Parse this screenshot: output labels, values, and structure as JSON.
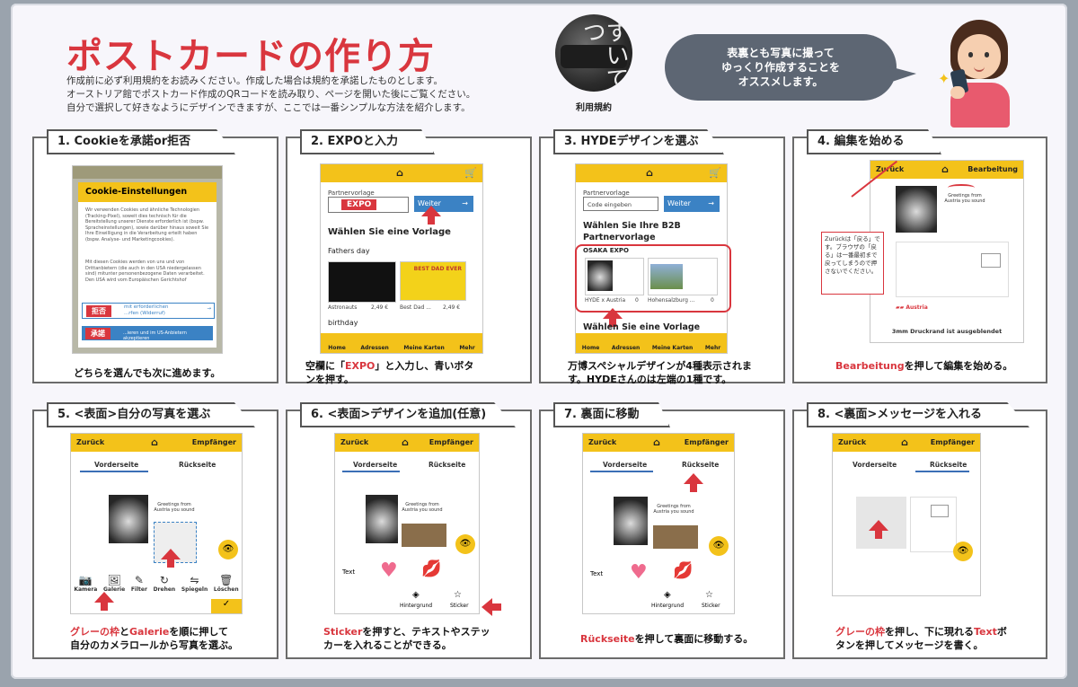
{
  "title": "ポストカードの作り方",
  "intro": [
    "作成前に必ず利用規約をお読みください。作成した場合は規約を承諾したものとします。",
    "オーストリア館でポストカード作成のQRコードを読み取り、ページを開いた後にご覧ください。",
    "自分で選択して好きなようにデザインできますが、ここでは一番シンプルな方法を紹介します。"
  ],
  "terms": {
    "overlay_text": "すいてつ",
    "label": "利用規約"
  },
  "bubble": {
    "lines": [
      "表裏とも写真に撮って",
      "ゆっくり作成することを",
      "オススメします。"
    ]
  },
  "colors": {
    "accent_red": "#d9363e",
    "brand_yellow": "#f3c21a",
    "button_blue": "#3b82c4"
  },
  "steps": [
    {
      "heading": "1. Cookieを承諾or拒否",
      "caption": [
        "どちらを選んでも次に進めます。"
      ],
      "screen": {
        "dialog_title": "Cookie-Einstellungen",
        "dialog_body": "Wir verwenden Cookies und ähnliche Technologien (Tracking-Pixel), soweit dies technisch für die Bereitstellung unserer Dienste erforderlich ist (bspw. Spracheinstellungen), sowie darüber hinaus soweit Sie Ihre Einwilligung in die Verarbeitung erteilt haben (bspw. Analyse- und Marketingcookies).",
        "dialog_body2": "Mit diesen Cookies werden von uns und von Drittanbietern (die auch in den USA niedergelassen sind) mitunter personenbezogene Daten verarbeitet. Den USA wird vom Europäischen Gerichtshof",
        "btn_reject": "拒否",
        "btn_reject_text": "mit erforderlichen",
        "btn_reject_text2": "...rfen (Widerruf)",
        "btn_accept": "承諾",
        "btn_accept_text": "...ieren und im US-Anbietern akzeptieren"
      }
    },
    {
      "heading": "2. EXPOと入力",
      "caption_parts": [
        "空欄に「",
        "EXPO",
        "」と入力し、青いボタ",
        "ンを押す。"
      ],
      "screen": {
        "field_label": "Partnervorlage",
        "field_value": "EXPO",
        "button": "Weiter",
        "heading": "Wählen Sie eine Vorlage",
        "section": "Fathers day",
        "card1_name": "Astronauts",
        "card1_price": "2,49 €",
        "card2_name": "Best Dad ...",
        "card2_price": "2,49 €",
        "card2_art": "BEST DAD EVER",
        "section2": "birthday",
        "nav": [
          "Home",
          "Adressen",
          "Meine Karten",
          "Mehr"
        ]
      }
    },
    {
      "heading": "3. HYDEデザインを選ぶ",
      "caption": [
        "万博スペシャルデザインが4種表示されま",
        "す。HYDEさんのは左端の1種です。"
      ],
      "screen": {
        "field_label": "Partnervorlage",
        "field_placeholder": "Code eingeben",
        "button": "Weiter",
        "heading": "Wählen Sie Ihre B2B Partnervorlage",
        "group": "OSAKA EXPO",
        "card1_name": "HYDE x Austria",
        "card1_count": "0",
        "card2_name": "Hohensalzburg ...",
        "card2_count": "0",
        "heading2": "Wählen Sie eine Vorlage",
        "nav": [
          "Home",
          "Adressen",
          "Meine Karten",
          "Mehr"
        ]
      }
    },
    {
      "heading": "4. 編集を始める",
      "caption_parts": [
        "Bearbeitung",
        "を押して編集を始める。"
      ],
      "screen": {
        "back": "Zurück",
        "edit": "Bearbeitung",
        "note": "Zurückは「戻る」です。ブラウザの「戻る」は一番最初まで戻ってしまうので押さないでください。",
        "greeting": "Greetings from Austria you sound",
        "footer": "3mm Druckrand ist ausgeblendet"
      }
    },
    {
      "heading": "5. <表面>自分の写真を選ぶ",
      "caption_parts": [
        "グレーの枠",
        "と",
        "Galerie",
        "を順に押して",
        "自分のカメラロールから写真を選ぶ。"
      ],
      "screen": {
        "back": "Zurück",
        "recipient": "Empfänger",
        "tab_front": "Vorderseite",
        "tab_back": "Rückseite",
        "tools": [
          "Kamera",
          "Galerie",
          "Filter",
          "Drehen",
          "Spiegeln",
          "Löschen"
        ],
        "greeting": "Greetings from Austria you sound"
      }
    },
    {
      "heading": "6. <表面>デザインを追加(任意)",
      "caption_parts": [
        "Sticker",
        "を押すと、テキストやステッ",
        "カーを入れることができる。"
      ],
      "screen": {
        "back": "Zurück",
        "recipient": "Empfänger",
        "tab_front": "Vorderseite",
        "tab_back": "Rückseite",
        "text_tool": "Text",
        "bg_label": "Hintergrund",
        "sticker_label": "Sticker",
        "greeting": "Greetings from Austria you sound"
      }
    },
    {
      "heading": "7. 裏面に移動",
      "caption_parts": [
        "Rückseite",
        "を押して裏面に移動する。"
      ],
      "screen": {
        "back": "Zurück",
        "recipient": "Empfänger",
        "tab_front": "Vorderseite",
        "tab_back": "Rückseite",
        "text_tool": "Text",
        "bg_label": "Hintergrund",
        "sticker_label": "Sticker",
        "greeting": "Greetings from Austria you sound"
      }
    },
    {
      "heading": "8. <裏面>メッセージを入れる",
      "caption_parts": [
        "グレーの枠",
        "を押し、下に現れる",
        "Text",
        "ボ",
        "タンを押してメッセージを書く。"
      ],
      "screen": {
        "back": "Zurück",
        "recipient": "Empfänger",
        "tab_front": "Vorderseite",
        "tab_back": "Rückseite"
      }
    }
  ]
}
